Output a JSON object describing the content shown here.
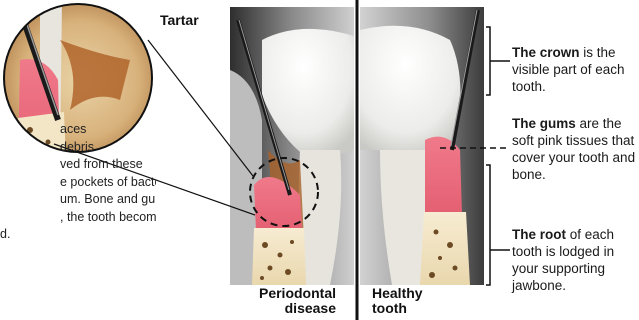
{
  "labels": {
    "tartar": "Tartar",
    "perio_caption": [
      "Periodontal",
      "disease"
    ],
    "healthy_caption": [
      "Healthy",
      "tooth"
    ]
  },
  "left_text": [
    "aces",
    "debris",
    "ved from these",
    "e pockets of bacteria",
    "um. Bone and gum",
    ", the tooth becomes",
    "d."
  ],
  "crown": {
    "term": "The crown",
    "rest": " is the visible part of each tooth."
  },
  "gums": {
    "term": "The gums",
    "rest": " are the soft pink tissues that cover your tooth and bone."
  },
  "root": {
    "term": "The root",
    "rest": " of each tooth is lodged in your supporting jawbone."
  },
  "colors": {
    "gum_pink": "#e8707e",
    "bone": "#f3e6c6",
    "tartar": "#b0652b",
    "tooth": "#f2f2ee"
  }
}
